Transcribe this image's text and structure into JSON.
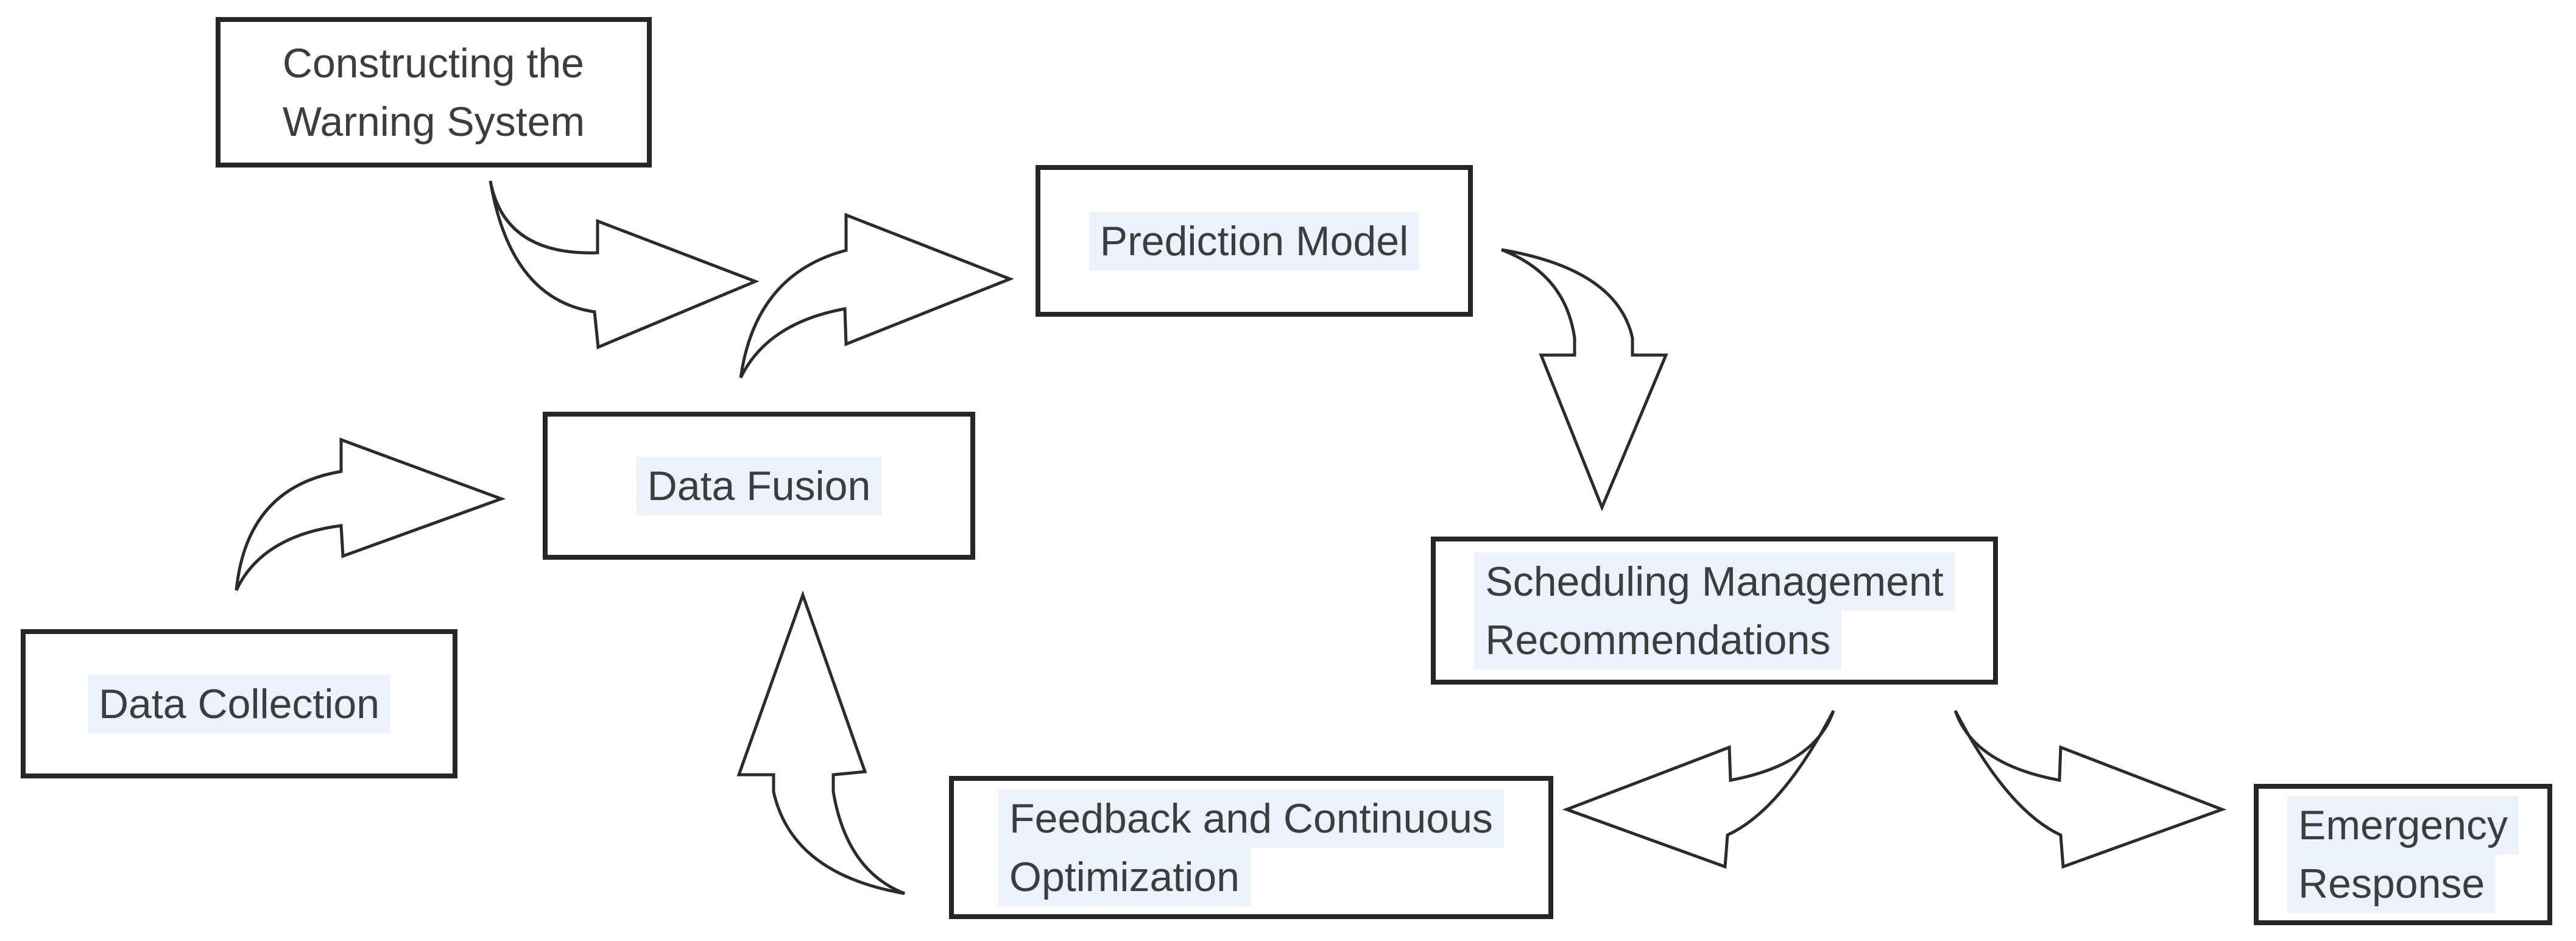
{
  "diagram": {
    "title": "Warning system scheduling flowchart",
    "background_color": "#ffffff",
    "colors": {
      "box_border": "#262626",
      "box_fill": "#ffffff",
      "text": "#3d3d3d",
      "label_highlight": "#edf1fb",
      "arrow_outline": "#2b2b2b",
      "arrow_fill": "#ffffff"
    },
    "arrow_style": "curved-block-arrow-outline",
    "nodes": [
      {
        "id": "constructing-warning-system",
        "lines": [
          "Constructing the",
          "Warning System"
        ],
        "highlighted": false
      },
      {
        "id": "prediction-model",
        "lines": [
          "Prediction Model"
        ],
        "highlighted": true
      },
      {
        "id": "data-fusion",
        "lines": [
          "Data Fusion"
        ],
        "highlighted": true
      },
      {
        "id": "data-collection",
        "lines": [
          "Data Collection"
        ],
        "highlighted": true
      },
      {
        "id": "scheduling-management-recommendations",
        "lines": [
          "Scheduling Management",
          "Recommendations"
        ],
        "highlighted": true
      },
      {
        "id": "feedback-continuous-optimization",
        "lines": [
          "Feedback and Continuous",
          "Optimization"
        ],
        "highlighted": true
      },
      {
        "id": "emergency-response",
        "lines": [
          "Emergency",
          "Response"
        ],
        "highlighted": true
      }
    ],
    "edges": [
      {
        "from": "constructing-warning-system",
        "to": "data-fusion",
        "direction": "right"
      },
      {
        "from": "data-fusion",
        "to": "prediction-model",
        "direction": "right"
      },
      {
        "from": "data-collection",
        "to": "data-fusion",
        "direction": "right"
      },
      {
        "from": "prediction-model",
        "to": "scheduling-management-recommendations",
        "direction": "down"
      },
      {
        "from": "scheduling-management-recommendations",
        "to": "feedback-continuous-optimization",
        "direction": "left"
      },
      {
        "from": "scheduling-management-recommendations",
        "to": "emergency-response",
        "direction": "right"
      },
      {
        "from": "feedback-continuous-optimization",
        "to": "data-fusion",
        "direction": "up"
      }
    ]
  }
}
